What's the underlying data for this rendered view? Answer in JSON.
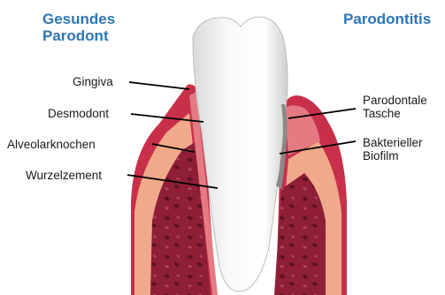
{
  "headings": {
    "healthy_line1": "Gesundes",
    "healthy_line2": "Parodont",
    "disease": "Parodontitis"
  },
  "labels": {
    "gingiva": "Gingiva",
    "desmodont": "Desmodont",
    "alveolar_bone": "Alveolarknochen",
    "cementum": "Wurzelzement",
    "pocket_line1": "Parodontale",
    "pocket_line2": "Tasche",
    "biofilm_line1": "Bakterieller",
    "biofilm_line2": "Biofilm"
  },
  "colors": {
    "heading": "#2e75b6",
    "gingiva": "#c8304a",
    "gingiva_light": "#e57a82",
    "bone": "#f0a98a",
    "bone_dark": "#8e1f36",
    "tooth": "#f2f2f2",
    "biofilm": "#8a8a8a"
  }
}
